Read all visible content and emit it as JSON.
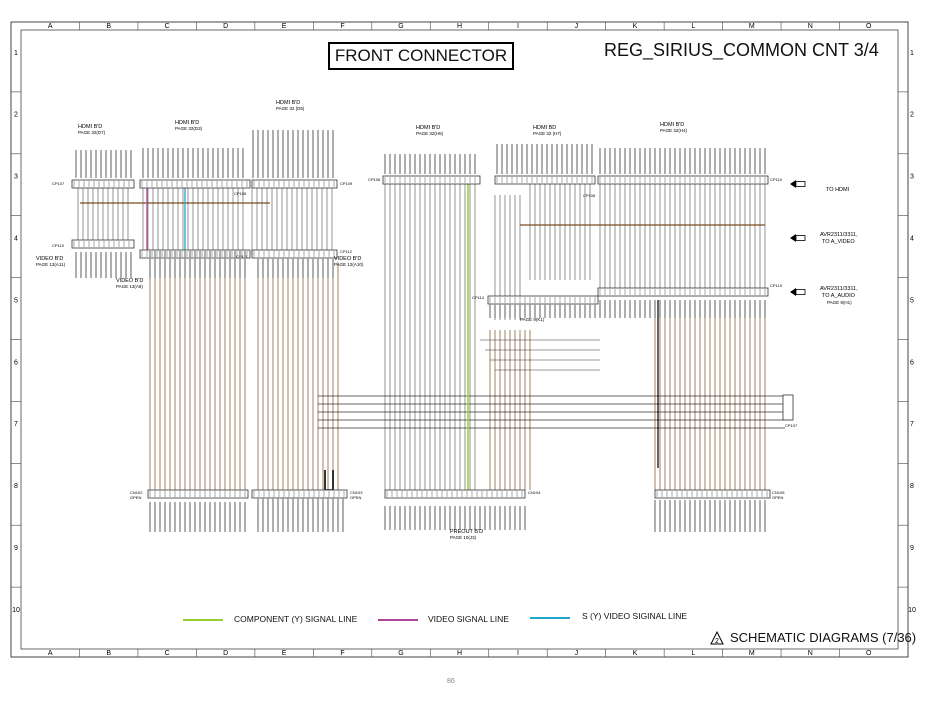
{
  "header": {
    "front_connector": "FRONT CONNECTOR",
    "sheet_title": "REG_SIRIUS_COMMON CNT 3/4"
  },
  "footer": {
    "schematic_title": "SCHEMATIC DIAGRAMS (7/36)",
    "page_number": "86"
  },
  "grid": {
    "columns": [
      "A",
      "B",
      "C",
      "D",
      "E",
      "F",
      "G",
      "H",
      "I",
      "J",
      "K",
      "L",
      "M",
      "N",
      "O"
    ],
    "rows": [
      "1",
      "2",
      "3",
      "4",
      "5",
      "6",
      "7",
      "8",
      "9",
      "10"
    ]
  },
  "board_labels": [
    {
      "name": "HDMI B'D",
      "page": "PAGE 32(D7)"
    },
    {
      "name": "HDMI B'D",
      "page": "PAGE 32(D3)"
    },
    {
      "name": "HDMI B'D",
      "page": "PAGE 32 (D5)"
    },
    {
      "name": "HDMI B'D",
      "page": "PAGE 32(H6)"
    },
    {
      "name": "HDMI BD",
      "page": "PAGE 32  (H7)"
    },
    {
      "name": "HDMI B'D",
      "page": "PAGE 32(H4)"
    },
    {
      "name": "VIDEO B'D",
      "page": "PAGE 13(A11)"
    },
    {
      "name": "VIDEO B'D",
      "page": "PAGE 13(A8)"
    },
    {
      "name": "VIDEO B'D",
      "page": "PAGE 13(A10)"
    },
    {
      "name": "PREOUT B'D",
      "page": "PAGE 10(J3)"
    },
    {
      "name": "",
      "page": "PAGE 9(K1)"
    }
  ],
  "right_labels": {
    "to_hdmi": "TO HDMI",
    "avr_video_1": "AVR2311/3311,",
    "avr_video_2": "TO A_VIDEO",
    "avr_audio_1": "AVR2311/3311,",
    "avr_audio_2": "TO A_AUDIO",
    "avr_audio_page": "PAGE 9(H1)"
  },
  "connectors": {
    "cp107": "CP107",
    "cp110": "CP110",
    "cp105": "CP105",
    "cp109": "CP109",
    "cp111": "CP111",
    "cp112": "CP112",
    "cp106": "CP106",
    "cp108": "CP108",
    "cp110b": "CP110",
    "cp115": "CP115",
    "cp114": "CP114",
    "cn102": "CN102",
    "cn103": "CN103",
    "cn104": "CN104",
    "cn105": "CN105",
    "open": "OPEN"
  },
  "legend": {
    "component": "COMPONENT (Y) SIGNAL LINE",
    "video": "VIDEO SIGNAL LINE",
    "s_video": "S (Y) VIDEO SIGINAL LINE"
  },
  "colors": {
    "component": "#9acd32",
    "video": "#b0449a",
    "s_video": "#1ea7c8",
    "wire_brown": "#7a4a1e",
    "grid_line": "#555555"
  }
}
